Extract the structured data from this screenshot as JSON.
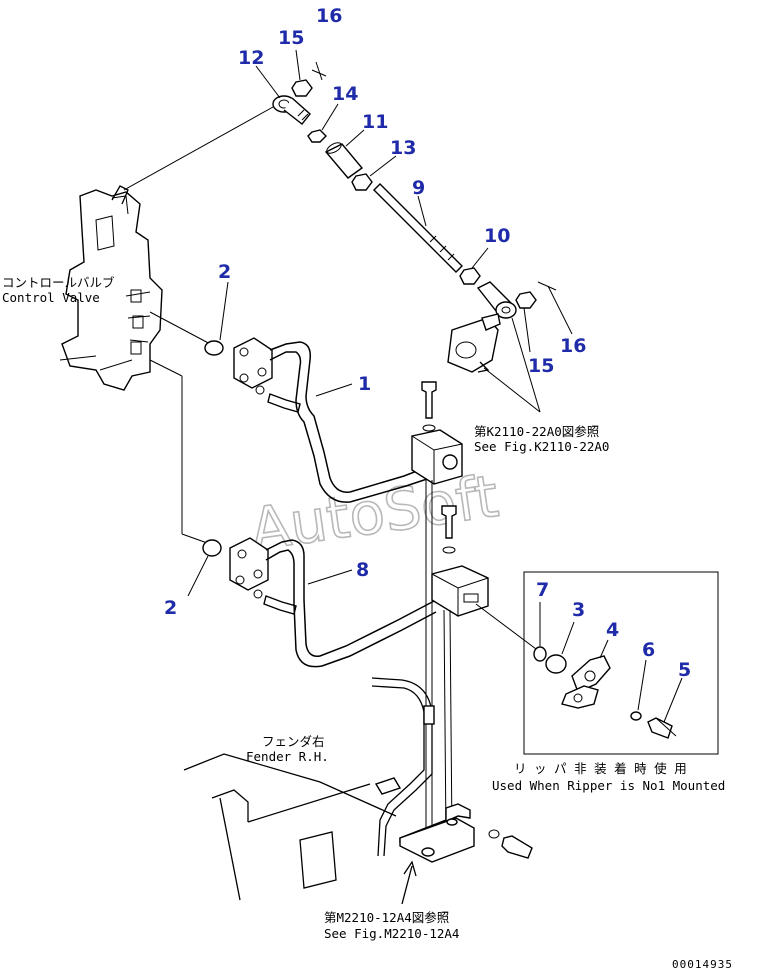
{
  "colors": {
    "part_number": "#1f2ba8",
    "line": "#000000",
    "watermark": "#b8b8b8"
  },
  "watermark": "AutoSoft",
  "labels": {
    "control_valve_jp": "コントロールバルブ",
    "control_valve_en": "Control Valve",
    "ref_k2110_jp": "第K2110-22A0図参照",
    "ref_k2110_en": "See Fig.K2110-22A0",
    "fender_jp": "フェンダ右",
    "fender_en": "Fender R.H.",
    "ripper_jp": "リ ッ パ 非 装 着 時 使 用",
    "ripper_en": "Used When Ripper is No1 Mounted",
    "ref_m2210_jp": "第M2210-12A4図参照",
    "ref_m2210_en": "See Fig.M2210-12A4",
    "drawing_number": "00014935"
  },
  "part_numbers": {
    "p16a": "16",
    "p15a": "15",
    "p12": "12",
    "p14": "14",
    "p11": "11",
    "p13": "13",
    "p9": "9",
    "p10": "10",
    "p16b": "16",
    "p15b": "15",
    "p2a": "2",
    "p1": "1",
    "p8": "8",
    "p2b": "2",
    "p7": "7",
    "p3": "3",
    "p4": "4",
    "p6": "6",
    "p5": "5"
  }
}
